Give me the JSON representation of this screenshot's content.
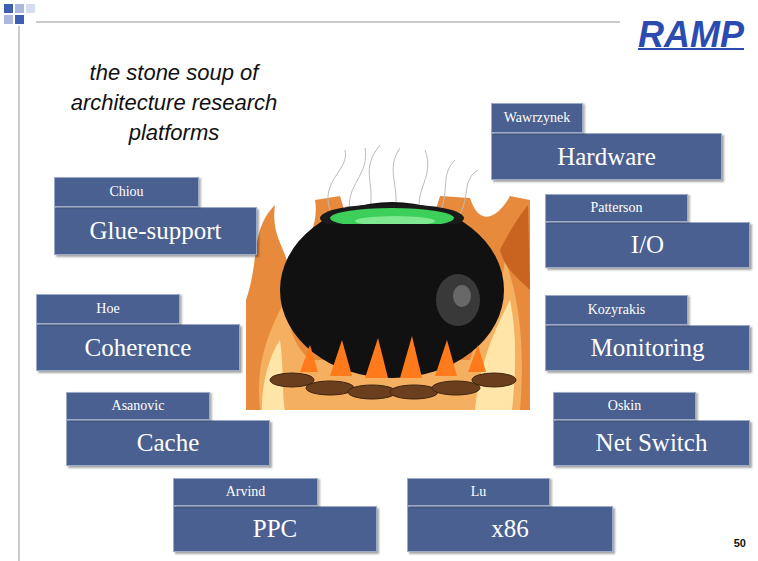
{
  "diagram": {
    "title": "the stone soup of architecture research platforms",
    "nodes": [
      {
        "text": [
          "Wawrzynek",
          "Hardware"
        ]
      },
      {
        "text": [
          "Chiou",
          "Glue-support"
        ]
      },
      {
        "text": [
          "Patterson",
          "I/O"
        ]
      },
      {
        "text": [
          "Hoe",
          "Coherence"
        ]
      },
      {
        "text": [
          "Kozyrakis",
          "Monitoring"
        ]
      },
      {
        "text": [
          "Asanovic",
          "Cache"
        ]
      },
      {
        "text": [
          "Oskin",
          "Net Switch"
        ]
      },
      {
        "text": [
          "Arvind",
          "PPC"
        ]
      },
      {
        "text": [
          "Lu",
          "x86"
        ]
      }
    ],
    "labels": [
      "RAMP",
      "50"
    ]
  }
}
